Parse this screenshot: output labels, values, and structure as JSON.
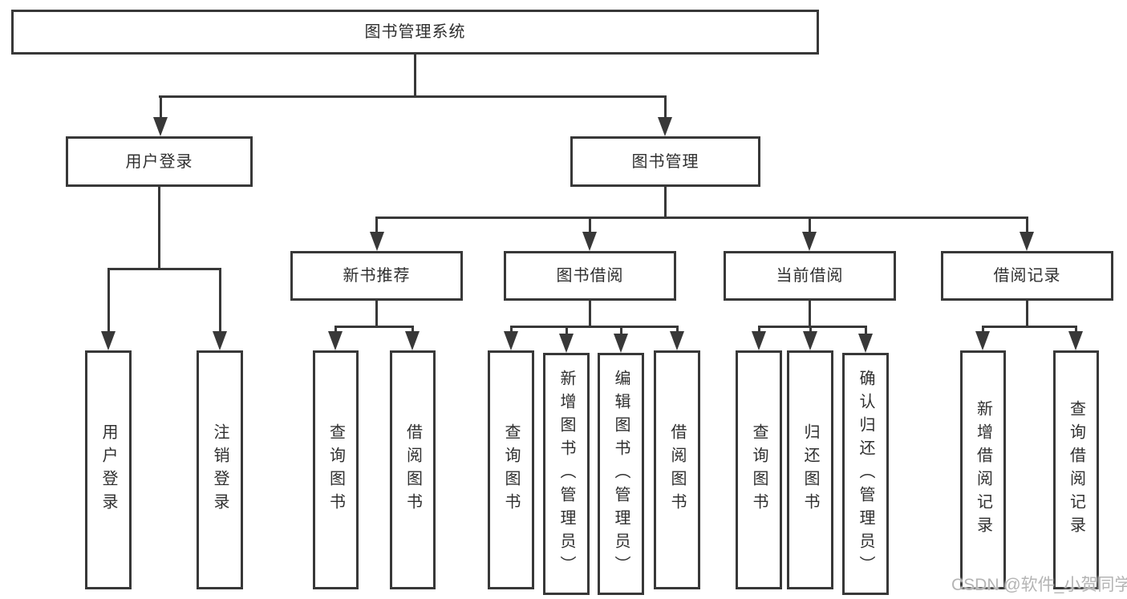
{
  "tree": {
    "label": "图书管理系统",
    "children": [
      {
        "label": "用户登录",
        "children": [
          {
            "label": "用户登录"
          },
          {
            "label": "注销登录"
          }
        ]
      },
      {
        "label": "图书管理",
        "children": [
          {
            "label": "新书推荐",
            "children": [
              {
                "label": "查询图书"
              },
              {
                "label": "借阅图书"
              }
            ]
          },
          {
            "label": "图书借阅",
            "children": [
              {
                "label": "查询图书"
              },
              {
                "label": "新增图书（管理员）"
              },
              {
                "label": "编辑图书（管理员）"
              },
              {
                "label": "借阅图书"
              }
            ]
          },
          {
            "label": "当前借阅",
            "children": [
              {
                "label": "查询图书"
              },
              {
                "label": "归还图书"
              },
              {
                "label": "确认归还（管理员）"
              }
            ]
          },
          {
            "label": "借阅记录",
            "children": [
              {
                "label": "新增借阅记录"
              },
              {
                "label": "查询借阅记录"
              }
            ]
          }
        ]
      }
    ]
  },
  "watermark": {
    "text": "CSDN @软件_小贺同学"
  },
  "colors": {
    "line": "#383838",
    "text": "#2f2f2f",
    "watermark": "#b4b4b4",
    "background": "#ffffff"
  }
}
